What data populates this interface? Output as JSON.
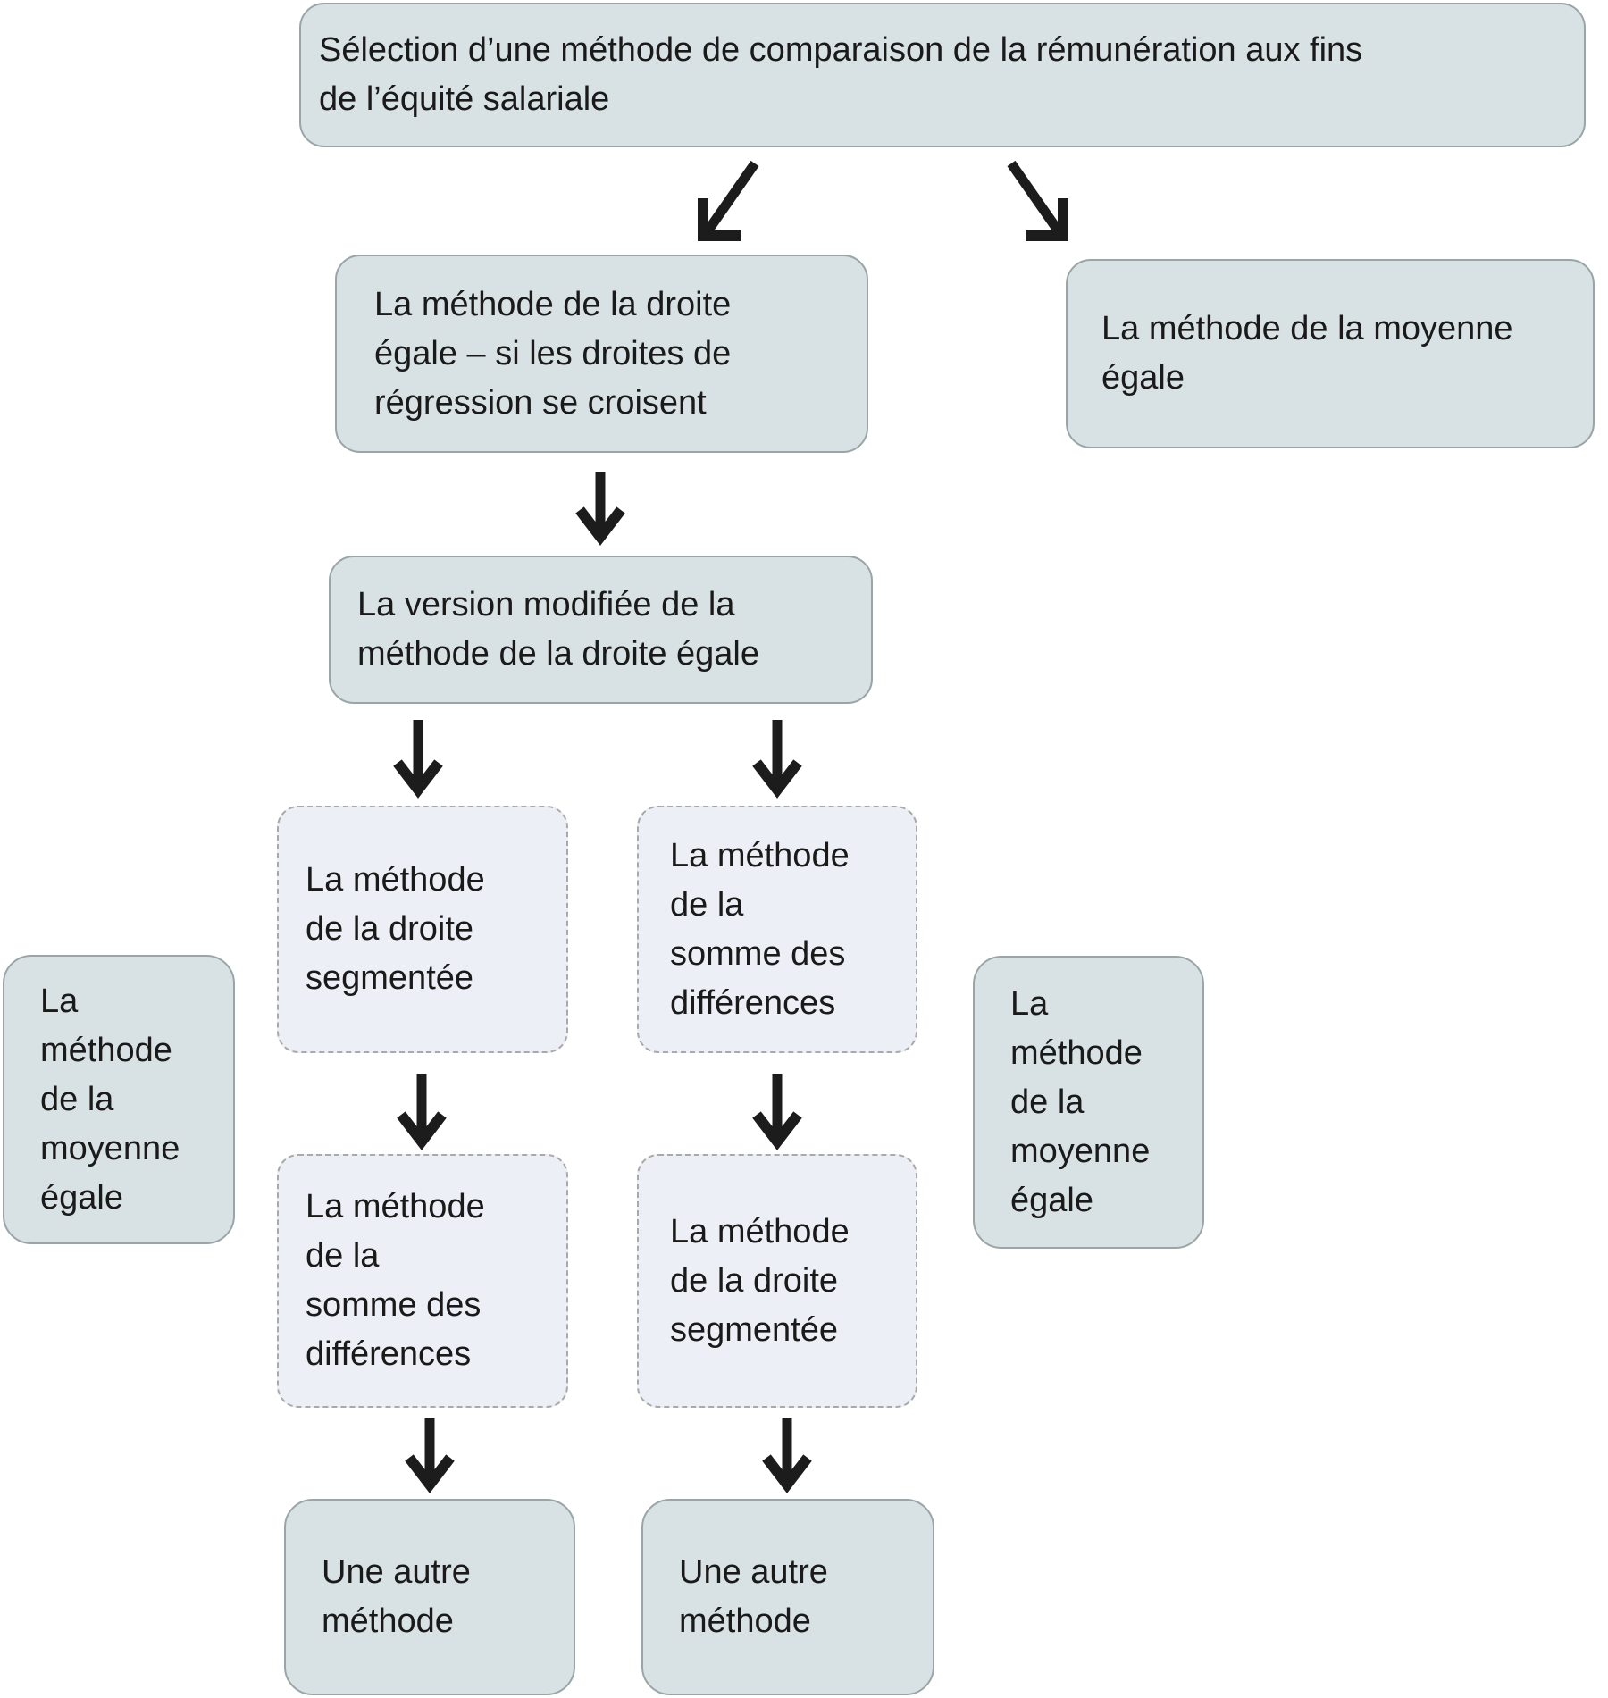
{
  "colors": {
    "background": "#ffffff",
    "solid_fill": "#d8e1e3",
    "solid_border": "#9aa5a7",
    "dashed_fill": "#eceff5",
    "dashed_border": "#a9a9a9",
    "arrow": "#1c1c1c",
    "text": "#1a1a1a"
  },
  "nodes": {
    "title": {
      "text": "Sélection d’une méthode de comparaison de la rémunération aux fins\nde l’équité salariale"
    },
    "droite_egale": {
      "text": "La méthode de la droite\négale – si les droites de\nrégression se croisent"
    },
    "moyenne_egale_top": {
      "text": "La méthode de la moyenne\négale"
    },
    "version_modifiee": {
      "text": "La version modifiée de la\nméthode de la droite égale"
    },
    "droite_segmentee_col_a": {
      "text": "La méthode\nde la droite\nsegmentée"
    },
    "somme_differences_col_b": {
      "text": "La méthode\nde la\nsomme des\ndifférences"
    },
    "moyenne_egale_left": {
      "text": "La\nméthode\nde la\nmoyenne\négale"
    },
    "moyenne_egale_right": {
      "text": "La\nméthode\nde la\nmoyenne\négale"
    },
    "somme_differences_col_a": {
      "text": "La méthode\nde la\nsomme des\ndifférences"
    },
    "droite_segmentee_col_b": {
      "text": "La méthode\nde la droite\nsegmentée"
    },
    "autre_methode_col_a": {
      "text": "Une autre\nméthode"
    },
    "autre_methode_col_b": {
      "text": "Une autre\nméthode"
    }
  }
}
